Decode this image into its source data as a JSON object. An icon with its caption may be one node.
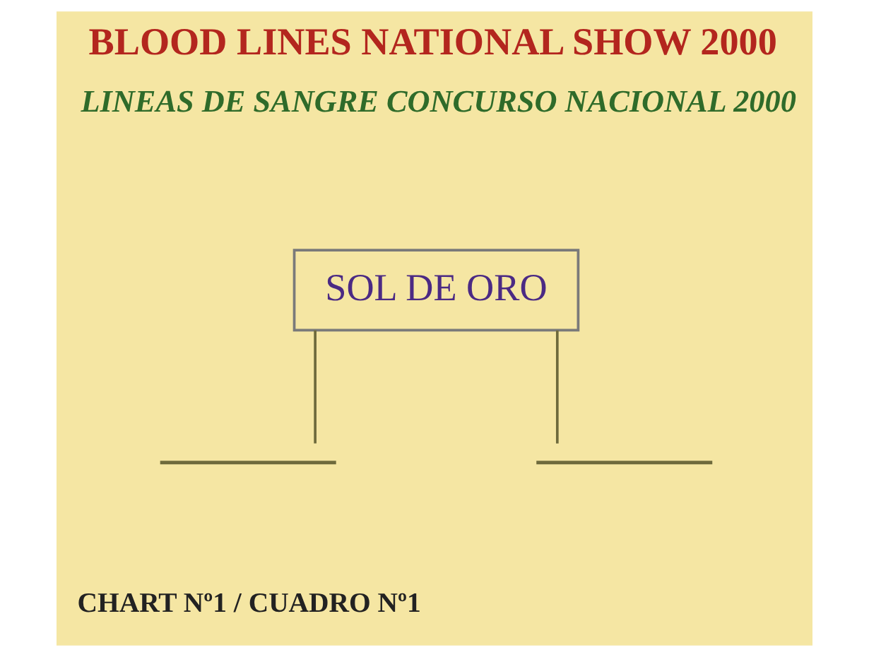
{
  "diagram": {
    "title": "BLOOD LINES NATIONAL SHOW 2000",
    "caption": "CHART Nº1 / CUADRO Nº1",
    "nodes": [
      {
        "text": [
          "SOL DE ORO"
        ]
      },
      {
        "text": [],
        "shape": "bar"
      },
      {
        "text": [],
        "shape": "bar"
      }
    ],
    "edges": [
      {
        "from": 0,
        "to": 1,
        "arrow": "none"
      },
      {
        "from": 0,
        "to": 2,
        "arrow": "none"
      }
    ],
    "labels": [
      "LINEAS DE SANGRE CONCURSO NACIONAL 2000"
    ]
  }
}
